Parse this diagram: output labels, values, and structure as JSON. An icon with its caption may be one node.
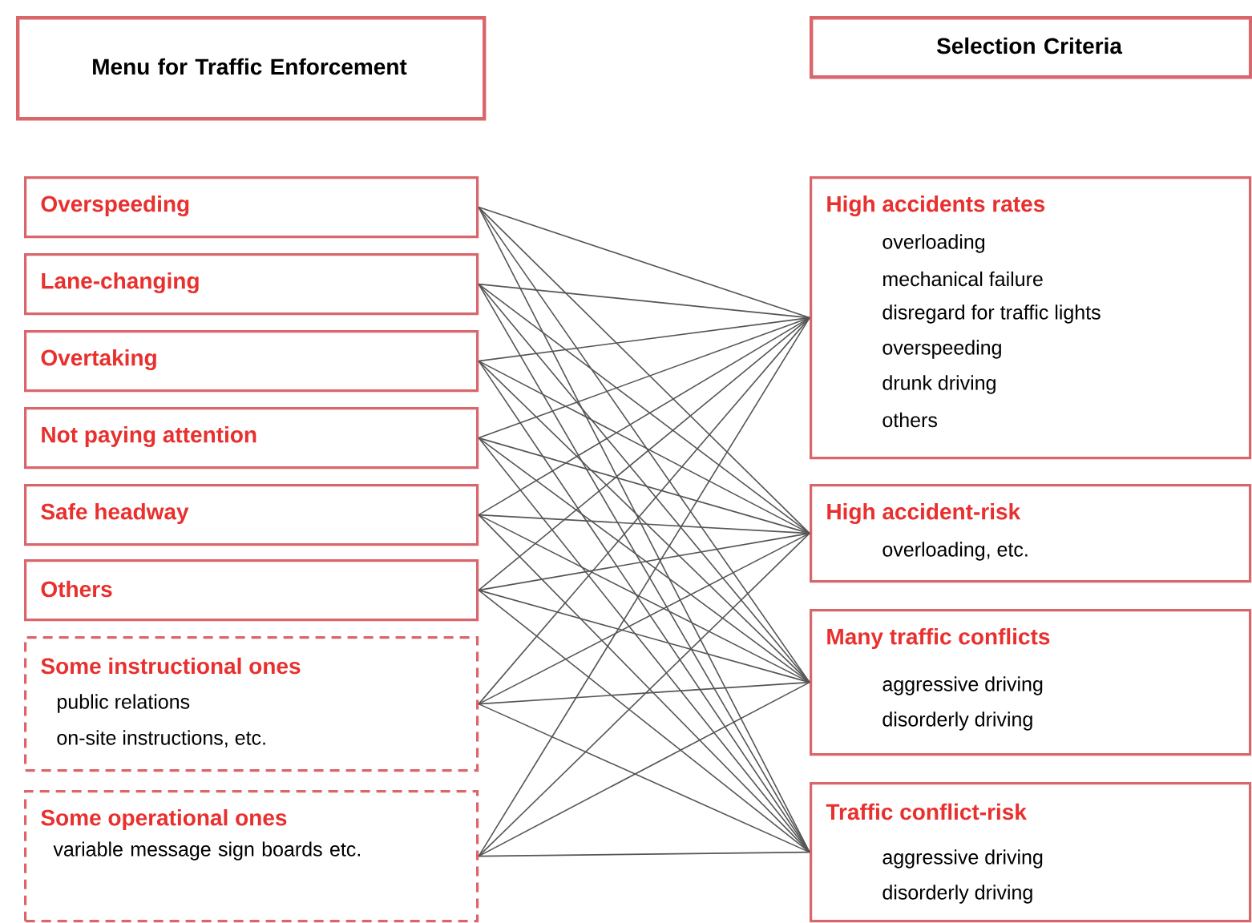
{
  "diagram": {
    "nodes": [
      {
        "text": [
          "Menu for Traffic Enforcement"
        ]
      },
      {
        "text": [
          "Selection Criteria"
        ]
      },
      {
        "text": [
          "Overspeeding"
        ]
      },
      {
        "text": [
          "Lane-changing"
        ]
      },
      {
        "text": [
          "Overtaking"
        ]
      },
      {
        "text": [
          "Not paying attention"
        ]
      },
      {
        "text": [
          "Safe headway"
        ]
      },
      {
        "text": [
          "Others"
        ]
      },
      {
        "text": [
          "Some  instructional ones",
          "public relations",
          "on-site instructions, etc."
        ]
      },
      {
        "text": [
          "Some  operational ones",
          "variable message sign boards etc."
        ]
      },
      {
        "text": [
          "High accidents rates",
          "overloading",
          "mechanical failure",
          "disregard for traffic lights",
          "overspeeding",
          "drunk driving",
          "others"
        ]
      },
      {
        "text": [
          "High accident-risk",
          "overloading, etc."
        ]
      },
      {
        "text": [
          "Many traffic conflicts",
          "aggressive driving",
          "disorderly driving"
        ]
      },
      {
        "text": [
          "Traffic conflict-risk",
          "aggressive driving",
          "disorderly driving"
        ]
      }
    ],
    "edges": [
      {
        "from": 2,
        "to": 10,
        "arrow": "none"
      },
      {
        "from": 2,
        "to": 11,
        "arrow": "none"
      },
      {
        "from": 2,
        "to": 12,
        "arrow": "none"
      },
      {
        "from": 2,
        "to": 13,
        "arrow": "none"
      },
      {
        "from": 3,
        "to": 10,
        "arrow": "none"
      },
      {
        "from": 3,
        "to": 11,
        "arrow": "none"
      },
      {
        "from": 3,
        "to": 12,
        "arrow": "none"
      },
      {
        "from": 3,
        "to": 13,
        "arrow": "none"
      },
      {
        "from": 4,
        "to": 10,
        "arrow": "none"
      },
      {
        "from": 4,
        "to": 11,
        "arrow": "none"
      },
      {
        "from": 4,
        "to": 12,
        "arrow": "none"
      },
      {
        "from": 4,
        "to": 13,
        "arrow": "none"
      },
      {
        "from": 5,
        "to": 10,
        "arrow": "none"
      },
      {
        "from": 5,
        "to": 11,
        "arrow": "none"
      },
      {
        "from": 5,
        "to": 12,
        "arrow": "none"
      },
      {
        "from": 5,
        "to": 13,
        "arrow": "none"
      },
      {
        "from": 6,
        "to": 10,
        "arrow": "none"
      },
      {
        "from": 6,
        "to": 11,
        "arrow": "none"
      },
      {
        "from": 6,
        "to": 12,
        "arrow": "none"
      },
      {
        "from": 6,
        "to": 13,
        "arrow": "none"
      },
      {
        "from": 7,
        "to": 10,
        "arrow": "none"
      },
      {
        "from": 7,
        "to": 11,
        "arrow": "none"
      },
      {
        "from": 7,
        "to": 12,
        "arrow": "none"
      },
      {
        "from": 7,
        "to": 13,
        "arrow": "none"
      },
      {
        "from": 8,
        "to": 10,
        "arrow": "none"
      },
      {
        "from": 8,
        "to": 11,
        "arrow": "none"
      },
      {
        "from": 8,
        "to": 12,
        "arrow": "none"
      },
      {
        "from": 8,
        "to": 13,
        "arrow": "none"
      },
      {
        "from": 9,
        "to": 10,
        "arrow": "none"
      },
      {
        "from": 9,
        "to": 11,
        "arrow": "none"
      },
      {
        "from": 9,
        "to": 12,
        "arrow": "none"
      },
      {
        "from": 9,
        "to": 13,
        "arrow": "none"
      }
    ]
  }
}
